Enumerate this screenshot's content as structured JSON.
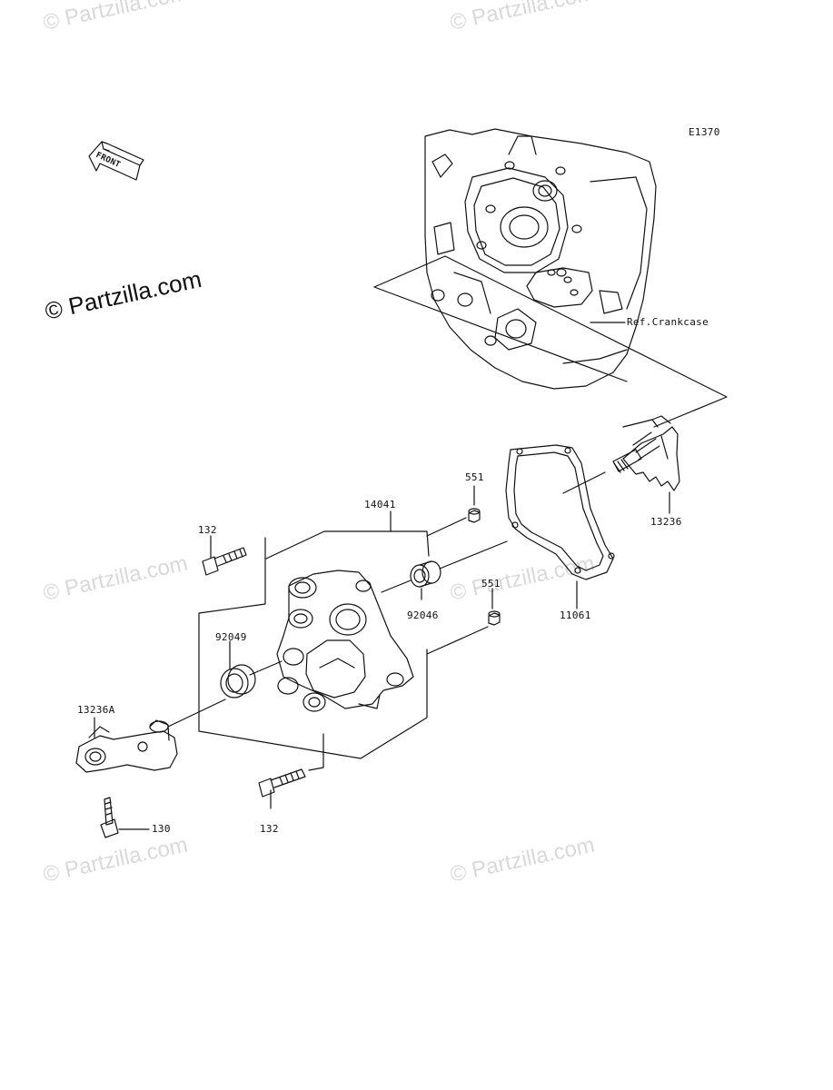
{
  "diagram": {
    "code": "E1370",
    "ref_label": "Ref.Crankcase",
    "front_label": "FRONT"
  },
  "watermarks": {
    "main": "© Partzilla.com",
    "faint": "© Partzilla.com"
  },
  "parts": {
    "p14041": "14041",
    "p551_top": "551",
    "p551_bottom": "551",
    "p132_top": "132",
    "p132_bottom": "132",
    "p92049": "92049",
    "p92046": "92046",
    "p11061": "11061",
    "p13236": "13236",
    "p13236A": "13236A",
    "p130": "130"
  }
}
